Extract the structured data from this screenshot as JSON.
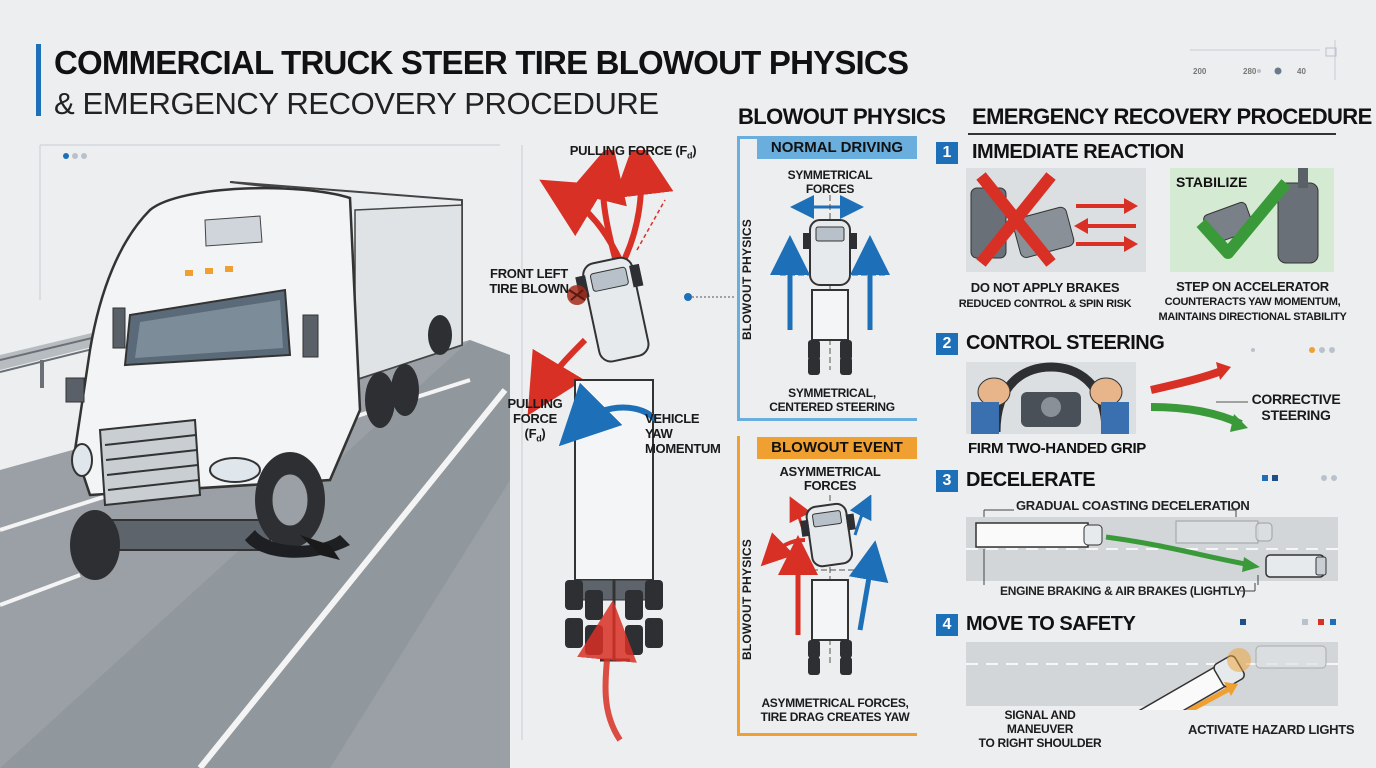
{
  "title": {
    "line1": "COMMERCIAL TRUCK STEER TIRE BLOWOUT PHYSICS",
    "line2": "& EMERGENCY RECOVERY PROCEDURE"
  },
  "scale": [
    "200",
    "280",
    "40"
  ],
  "truck_diagram": {
    "pulling_force_top": "PULLING FORCE (F",
    "pulling_force_top_sub": "d",
    "front_left": "FRONT LEFT",
    "tire_blown": "TIRE BLOWN",
    "pulling_left_1": "PULLING",
    "pulling_left_2": "FORCE",
    "pulling_left_3": "(F",
    "pulling_left_sub": "d",
    "yaw_1": "VEHICLE",
    "yaw_2": "YAW",
    "yaw_3": "MOMENTUM"
  },
  "physics": {
    "heading": "BLOWOUT PHYSICS",
    "normal": {
      "header": "NORMAL DRIVING",
      "side": "BLOWOUT PHYSICS",
      "top_1": "SYMMETRICAL",
      "top_2": "FORCES",
      "bottom_1": "SYMMETRICAL,",
      "bottom_2": "CENTERED STEERING"
    },
    "blowout": {
      "header": "BLOWOUT EVENT",
      "side": "BLOWOUT PHYSICS",
      "top_1": "ASYMMETRICAL",
      "top_2": "FORCES",
      "bottom_1": "ASYMMETRICAL FORCES,",
      "bottom_2": "TIRE DRAG CREATES YAW"
    }
  },
  "procedure": {
    "heading": "EMERGENCY RECOVERY PROCEDURE",
    "steps": [
      {
        "num": "1",
        "title": "IMMEDIATE REACTION",
        "stabilize": "STABILIZE",
        "no_brake_1": "DO NOT APPLY BRAKES",
        "no_brake_2": "REDUCED CONTROL & SPIN RISK",
        "accel_1": "STEP ON ACCELERATOR",
        "accel_2": "COUNTERACTS YAW MOMENTUM,",
        "accel_3": "MAINTAINS DIRECTIONAL STABILITY"
      },
      {
        "num": "2",
        "title": "CONTROL STEERING",
        "grip": "FIRM TWO-HANDED GRIP",
        "corrective_1": "CORRECTIVE",
        "corrective_2": "STEERING"
      },
      {
        "num": "3",
        "title": "DECELERATE",
        "top": "GRADUAL COASTING DECELERATION",
        "bottom": "ENGINE BRAKING & AIR BRAKES (LIGHTLY)"
      },
      {
        "num": "4",
        "title": "MOVE TO SAFETY",
        "signal_1": "SIGNAL AND MANEUVER",
        "signal_2": "TO RIGHT SHOULDER",
        "hazard": "ACTIVATE HAZARD LIGHTS"
      }
    ]
  },
  "colors": {
    "accent_blue": "#1d6fb8",
    "normal_blue": "#6aaede",
    "blowout_orange": "#f0a030",
    "force_red": "#d93025",
    "check_green": "#3a9a3a"
  }
}
